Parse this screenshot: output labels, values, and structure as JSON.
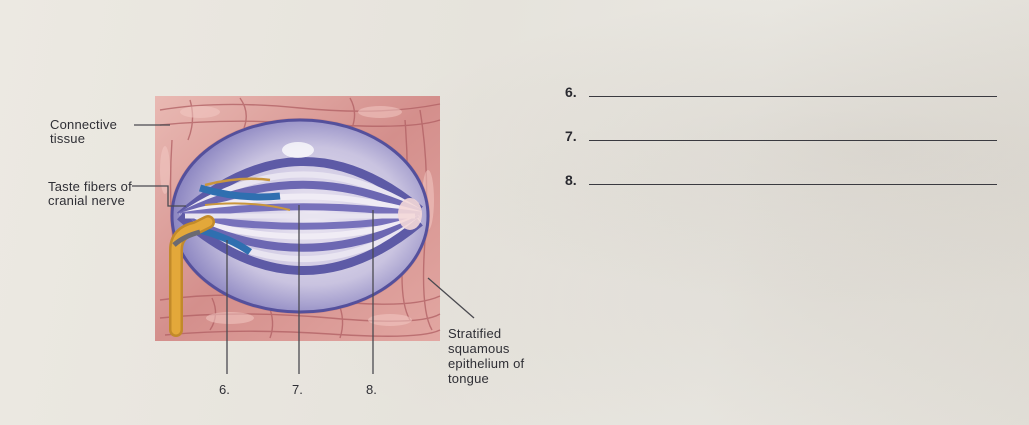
{
  "labels": {
    "connective_tissue": "Connective tissue",
    "taste_fibers": "Taste fibers of cranial nerve",
    "stratified_epithelium": "Stratified squamous epithelium of tongue"
  },
  "bottom_numbers": [
    "6.",
    "7.",
    "8."
  ],
  "blanks": [
    {
      "number": "6.",
      "value": ""
    },
    {
      "number": "7.",
      "value": ""
    },
    {
      "number": "8.",
      "value": ""
    }
  ],
  "colors": {
    "muscle": "#c9807f",
    "muscle_light": "#e6b3ae",
    "bud_purple": "#5d5aa6",
    "bud_lavender": "#c7c2df",
    "bud_blue": "#2f6fb0",
    "nerve_yellow": "#e3a83a"
  }
}
